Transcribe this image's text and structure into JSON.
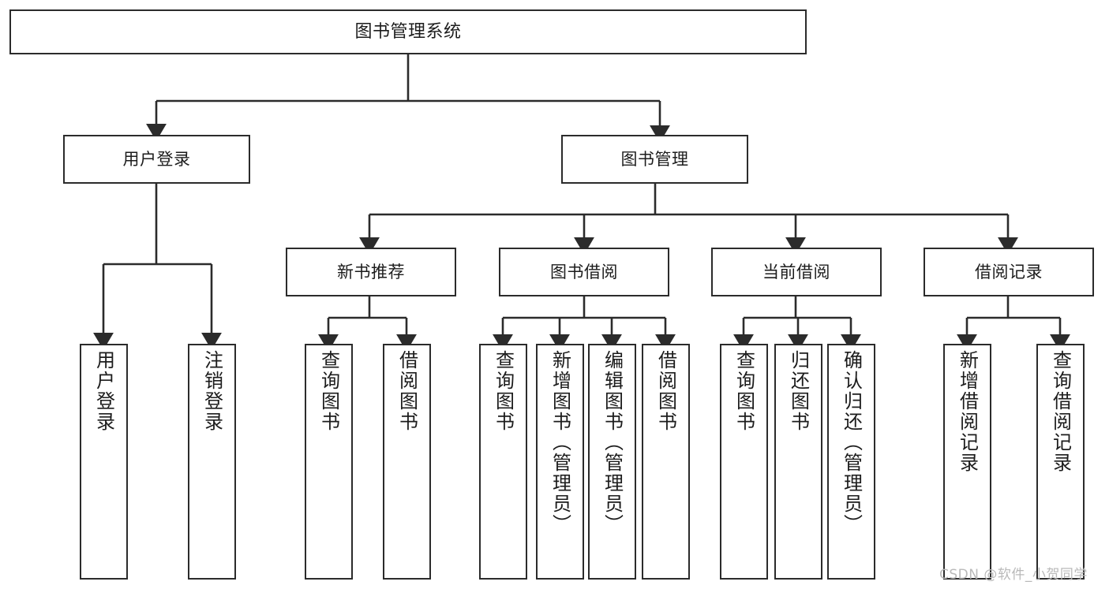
{
  "diagram": {
    "title": "图书管理系统",
    "type": "tree-hierarchy-diagram",
    "colors": {
      "stroke": "#2b2b2b",
      "fill": "#ffffff",
      "text": "#1c1c1c",
      "watermark": "#b9b9b9"
    },
    "watermark": "CSDN @软件_小贺同学",
    "nodes": {
      "root": {
        "label": "图书管理系统"
      },
      "level2": [
        {
          "label": "用户登录"
        },
        {
          "label": "图书管理"
        }
      ],
      "level3": [
        {
          "label": "新书推荐"
        },
        {
          "label": "图书借阅"
        },
        {
          "label": "当前借阅"
        },
        {
          "label": "借阅记录"
        }
      ],
      "leaves": {
        "user_login": [
          {
            "label": "用户登录"
          },
          {
            "label": "注销登录"
          }
        ],
        "new_book_recommend": [
          {
            "label": "查询图书"
          },
          {
            "label": "借阅图书"
          }
        ],
        "book_borrow": [
          {
            "label": "查询图书"
          },
          {
            "label": "新增图书（管理员）"
          },
          {
            "label": "编辑图书（管理员）"
          },
          {
            "label": "借阅图书"
          }
        ],
        "current_borrow": [
          {
            "label": "查询图书"
          },
          {
            "label": "归还图书"
          },
          {
            "label": "确认归还（管理员）"
          }
        ],
        "borrow_record": [
          {
            "label": "新增借阅记录"
          },
          {
            "label": "查询借阅记录"
          }
        ]
      }
    }
  }
}
